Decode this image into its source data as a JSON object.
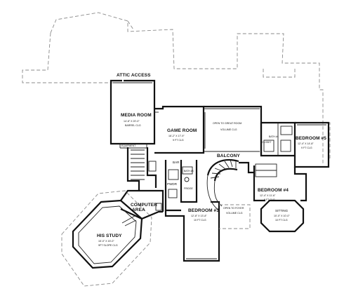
{
  "plan": {
    "labels": {
      "attic_access": "ATTIC ACCESS",
      "media_room": "MEDIA ROOM",
      "media_room_dims": "14'-8\" X 20'-0\"",
      "media_room_clg": "BARREL CLG",
      "equipment": "EQUIPMENT",
      "game_room": "GAME ROOM",
      "game_room_dims": "16'-2\" X 17'-9\"",
      "game_room_clg": "9 FT CLG",
      "open_great_room": "OPEN TO GREAT ROOM",
      "open_great_room_clg": "VOLUME CLG",
      "balcony": "BALCONY",
      "bar": "BAR",
      "bath3": "BATH #3",
      "pwdr": "PWDR",
      "fridge": "FRIDGE",
      "bedroom3": "BEDROOM #3",
      "bedroom3_dims": "12'-8\" X 13'-8\"",
      "bedroom3_clg": "10 FT CLG",
      "open_foyer": "OPEN TO FOYER",
      "open_foyer_clg": "VOLUME CLG",
      "computer": "COMPUTER",
      "area": "AREA",
      "his_study": "HIS STUDY",
      "his_study_dims": "15'-0\" X 15'-0\"",
      "his_study_clg": "9FT SLOPE CLG",
      "bath4": "BATH #4",
      "bedroom5": "BEDROOM #5",
      "bedroom5_dims": "12'-4\" X 14'-8\"",
      "bedroom5_clg": "9 FT CLG",
      "bedroom4": "BEDROOM #4",
      "bedroom4_dims": "12'-4\" X 11'-6\"",
      "bedroom4_clg": "9 FT CLG",
      "sitting": "SITTING",
      "sitting_dims": "10'-0\" X 10'-0\"",
      "sitting_clg": "10 FT CLG",
      "closet": "CLOSET"
    }
  }
}
